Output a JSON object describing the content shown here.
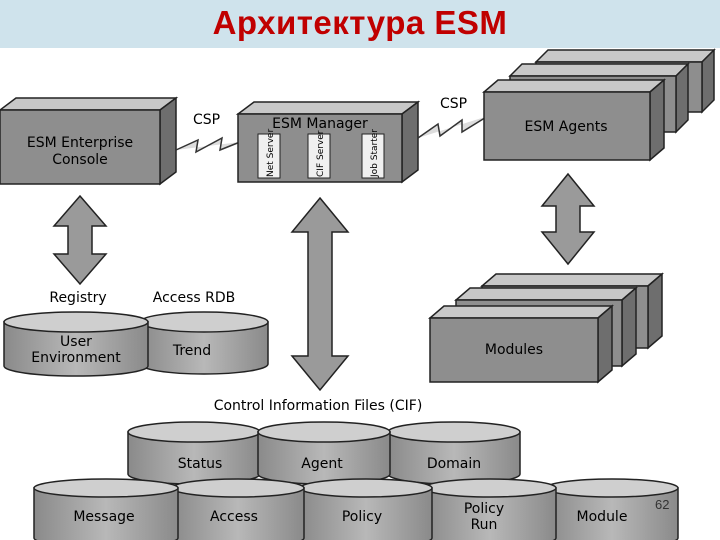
{
  "title": "Архитектура ESM",
  "page_number": "62",
  "diagram": {
    "console_label_line1": "ESM Enterprise",
    "console_label_line2": "Console",
    "manager_label": "ESM Manager",
    "manager_modules": [
      "Net Server",
      "CIF Server",
      "Job Starter"
    ],
    "agents_label": "ESM Agents",
    "csp_left": "CSP",
    "csp_right": "CSP",
    "registry_label": "Registry",
    "access_rdb_label": "Access RDB",
    "user_env_line1": "User",
    "user_env_line2": "Environment",
    "trend_label": "Trend",
    "modules_label": "Modules",
    "cif_label": "Control Information Files (CIF)",
    "cif_top_row": [
      "Status",
      "Agent",
      "Domain"
    ],
    "cif_bottom_row": [
      "Message",
      "Access",
      "Policy",
      "Policy Run",
      "Module"
    ]
  }
}
